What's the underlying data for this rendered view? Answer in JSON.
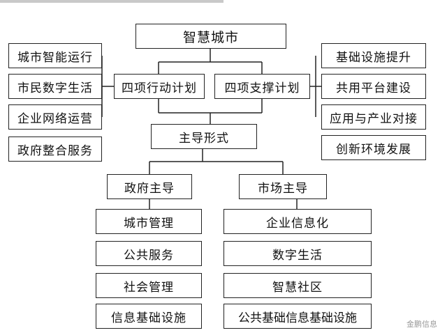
{
  "diagram": {
    "root": "智慧城市",
    "left_plan": "四项行动计划",
    "right_plan": "四项支撑计划",
    "left_items": [
      "城市智能运行",
      "市民数字生活",
      "企业网络运营",
      "政府整合服务"
    ],
    "right_items": [
      "基础设施提升",
      "共用平台建设",
      "应用与产业对接",
      "创新环境发展"
    ],
    "main_form": "主导形式",
    "gov_led": "政府主导",
    "market_led": "市场主导",
    "gov_items": [
      "城市管理",
      "公共服务",
      "社会管理",
      "信息基础设施"
    ],
    "market_items": [
      "企业信息化",
      "数字生活",
      "智慧社区",
      "公共基础信息基础设施"
    ]
  },
  "watermark": "金鹏信息"
}
